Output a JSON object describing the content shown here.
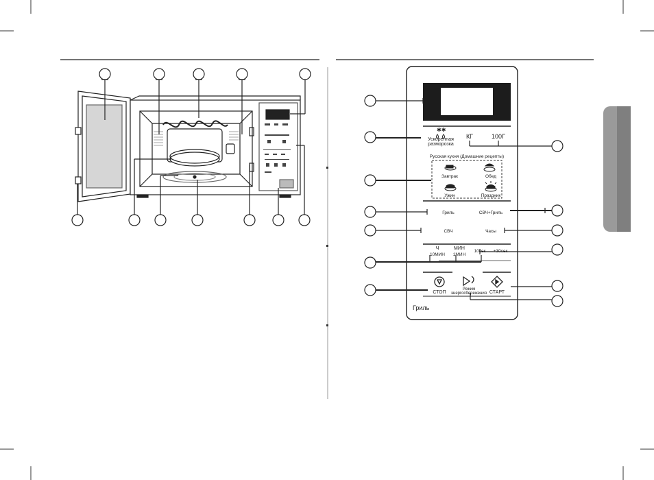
{
  "control_panel": {
    "defrost_label_1": "Ускоренная",
    "defrost_label_2": "разморозка",
    "kg_label": "КГ",
    "g100_label": "100Г",
    "russian_cuisine_label": "Русская кухня (Домашние рецепты)",
    "recipe_breakfast": "Завтрак",
    "recipe_lunch": "Обед",
    "recipe_dinner": "Ужин",
    "recipe_holiday": "Праздник",
    "grill_label": "Гриль",
    "mw_grill_label": "СВЧ+Гриль",
    "mw_label": "СВЧ",
    "clock_label": "Часы",
    "hour_label": "Ч",
    "min10_label": "10МИН",
    "min_label": "МИН",
    "min1_label": "1МИН",
    "sec10_label": "10сек",
    "plus30_label": "+30сек",
    "stop_label": "СТОП",
    "eco_label_1": "Режим",
    "eco_label_2": "энергосбережения",
    "start_label": "СТАРТ",
    "model_label": "Гриль"
  }
}
